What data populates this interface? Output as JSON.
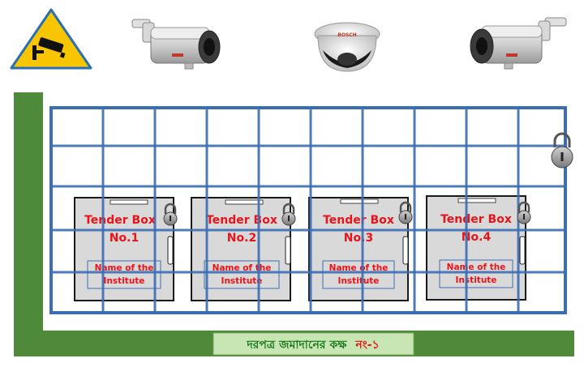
{
  "cameras": [
    {
      "type": "warning-sign",
      "icon": "cctv-warning-icon"
    },
    {
      "type": "bullet-left",
      "icon": "bullet-camera-icon"
    },
    {
      "type": "dome",
      "icon": "dome-camera-icon",
      "brand": "BOSCH"
    },
    {
      "type": "bullet-right",
      "icon": "bullet-camera-icon"
    }
  ],
  "boxes": [
    {
      "title_line1": "Tender Box",
      "title_line2": "No.1",
      "institute_line1": "Name of the",
      "institute_line2": "Institute"
    },
    {
      "title_line1": "Tender Box",
      "title_line2": "No.2",
      "institute_line1": "Name of the",
      "institute_line2": "Institute"
    },
    {
      "title_line1": "Tender Box",
      "title_line2": "No.3",
      "institute_line1": "Name of the",
      "institute_line2": "Institute"
    },
    {
      "title_line1": "Tender Box",
      "title_line2": "No.4",
      "institute_line1": "Name of the",
      "institute_line2": "Institute"
    }
  ],
  "room": {
    "label_main": "দরপত্র জমাদানের কক্ষ",
    "label_number": "নং-১"
  },
  "colors": {
    "wall_green": "#4f8a3a",
    "grid_blue": "#3b6db3",
    "box_fill": "#d9d9d9",
    "label_text_green": "#1f7a1f",
    "label_text_red": "#e8141a",
    "label_bg": "#c8e6b4",
    "sign_yellow": "#f7c600"
  }
}
